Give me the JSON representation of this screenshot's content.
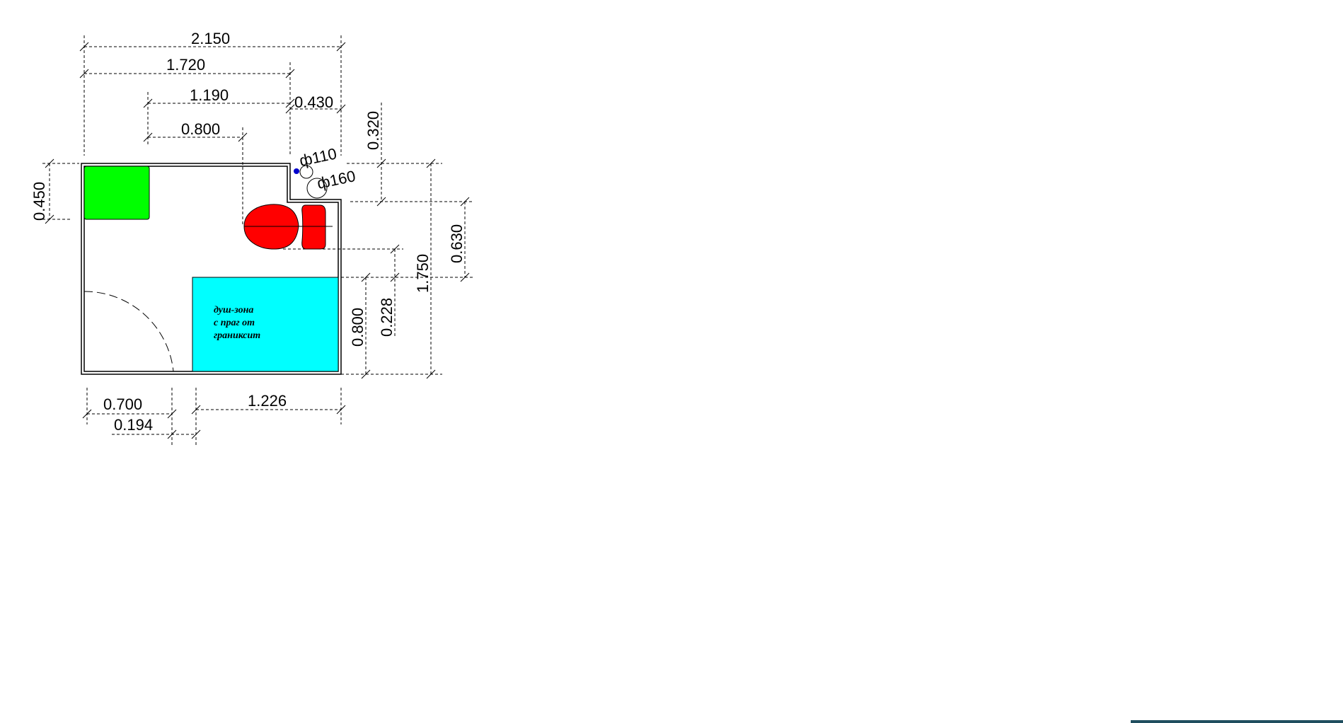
{
  "colors": {
    "cabinet": "#00ff00",
    "shower": "#00ffff",
    "toilet": "#ff0000",
    "pipe_marker": "#0000cc",
    "status_bar": "#1f4e5f"
  },
  "dimensions": {
    "top_total": "2.150",
    "top_inner": "1.720",
    "top_toilet_span": "1.190",
    "top_recess": "0.430",
    "top_toilet_depth": "0.800",
    "right_recess": "0.320",
    "left_cabinet": "0.450",
    "right_total": "1.750",
    "right_toilet": "0.630",
    "right_shower_gap": "0.228",
    "right_shower": "0.800",
    "bottom_door": "0.700",
    "bottom_gap": "0.194",
    "bottom_shower": "1.226"
  },
  "pipes": {
    "pipe_small": "ф110",
    "pipe_large": "ф160"
  },
  "shower_zone": {
    "line1": "душ-зона",
    "line2": "с праг от",
    "line3": "граниксит"
  }
}
